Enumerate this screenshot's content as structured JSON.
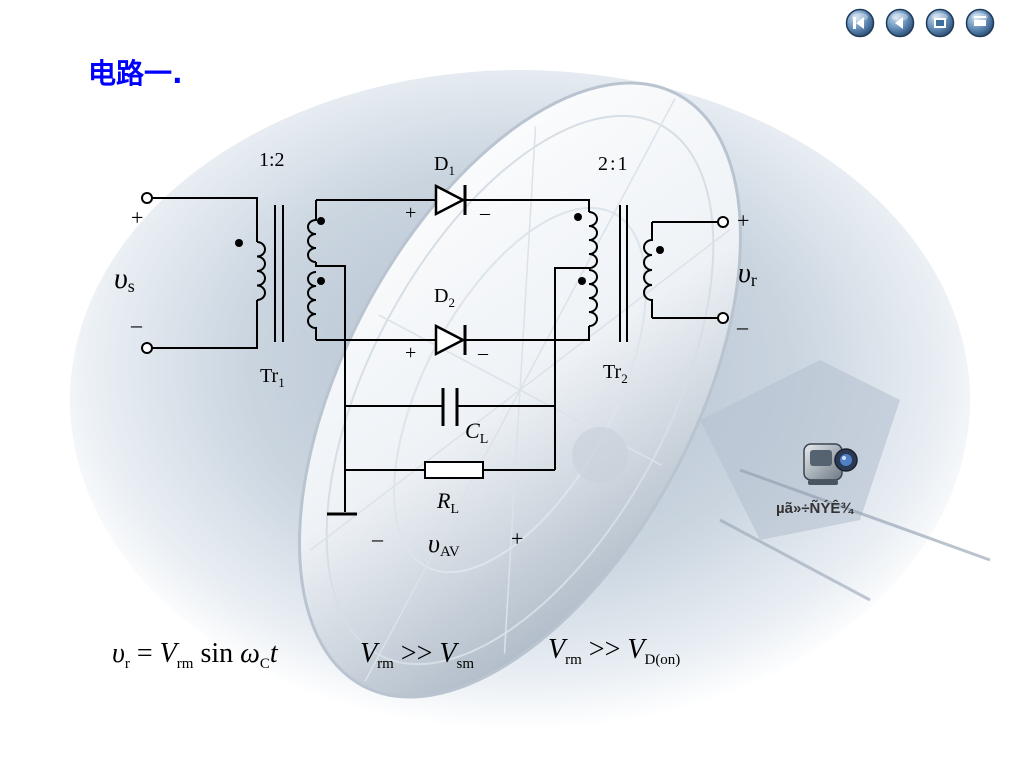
{
  "slide": {
    "title": "电路一."
  },
  "nav": {
    "buttons": [
      {
        "name": "first-slide-button",
        "icon": "rewind-icon"
      },
      {
        "name": "previous-slide-button",
        "icon": "back-icon"
      },
      {
        "name": "next-slide-button",
        "icon": "forward-icon"
      },
      {
        "name": "last-slide-button",
        "icon": "end-icon"
      }
    ]
  },
  "media": {
    "label": "µã»÷ÑÝÊ¾",
    "icon": "video-camera-icon"
  },
  "circuit": {
    "tr1": {
      "ratio": "1:2",
      "name": "Tr",
      "sub": "1"
    },
    "tr2": {
      "ratio": "2:1",
      "name": "Tr",
      "sub": "2"
    },
    "d1": {
      "name": "D",
      "sub": "1",
      "plus": "+",
      "minus": "–"
    },
    "d2": {
      "name": "D",
      "sub": "2",
      "plus": "+",
      "minus": "–"
    },
    "cl": {
      "name": "C",
      "sub": "L"
    },
    "rl": {
      "name": "R",
      "sub": "L"
    },
    "vs": {
      "symbol": "υ",
      "sub": "s",
      "plus": "+",
      "minus": "–"
    },
    "vr": {
      "symbol": "υ",
      "sub": "r",
      "plus": "+",
      "minus": "–"
    },
    "vav": {
      "symbol": "υ",
      "sub": "AV",
      "plus": "+",
      "minus": "–"
    }
  },
  "equations": {
    "eq1": {
      "lhs": "υ",
      "lhs_sub": "r",
      "eq": " = ",
      "v": "V",
      "v_sub": "rm",
      "fn": " sin ",
      "omega": "ω",
      "omega_sub": "C",
      "t": "t"
    },
    "eq2": {
      "a": "V",
      "a_sub": "rm",
      "op": " >> ",
      "b": "V",
      "b_sub": "sm"
    },
    "eq3": {
      "a": "V",
      "a_sub": "rm",
      "op": " >> ",
      "b": "V",
      "b_sub": "D(on)"
    }
  }
}
